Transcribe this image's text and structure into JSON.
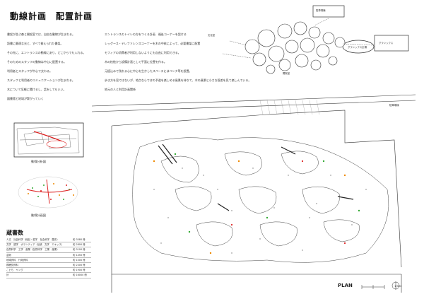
{
  "title": "動線計画　配置計画",
  "concept_lines": [
    "書架が並ぶ森と開架室では、自由な動線が生まれる。",
    "読書に最適な光と、すべて揃えられた書架。",
    "その先に、エントランスの動線にあり、どこからでも入れる。",
    "そのためのスタッフの動線は中心に配置する。",
    "利用者とスタッフが中心で交わる。",
    "スタッフと利用者のコミュニケーションが生まれる。",
    "木について気軽に聞けるし、話をしてもいい。",
    "図書館と地域が繋がっていく"
  ],
  "plan_lines": [
    "エントランスのトイレの方をつくる計画　福祉コーナーを設ける",
    "レッグース・テレファレンスコーナーを木の中核によって、必要書架に配置",
    "モフィアの消費者が利用しないようにも自由に利用できる。",
    "木の枝絵から設備計画として平面に位置を作る。",
    "元植込みで残れる心に中心を生かしたスペースにはベンチ等を設置。",
    "歩き方を見ではないが、地点ならではの予道を楽しめる風景を持ちて、木の風景と小さな段差を見て楽しんでいる。",
    "地元の人と利用計画関係"
  ],
  "site_label": "動線分析図",
  "zoning_label": "動線計画図",
  "bubble_labels": {
    "top_box": "駐車場棟",
    "left": "文化室",
    "right_oval": "グラシックス広場",
    "right_box": "グラシックス",
    "center": "開架室"
  },
  "road_label": "駐車場棟",
  "books_title": "蔵書数",
  "books": [
    {
      "cat": "人文　社会科学（総記・哲学　社会科学　歴史）",
      "val": "約 3580 冊"
    },
    {
      "cat": "文学　語学　ボランティア（伝統　文学　エキッス）",
      "val": "約 2800 冊"
    },
    {
      "cat": "自然科学　工学　産業（自然科学　工業　産業）",
      "val": "約 3100 冊"
    },
    {
      "cat": "芸術",
      "val": "約 1450 冊"
    },
    {
      "cat": "地域資料　行政資料",
      "val": "約 1000 冊"
    },
    {
      "cat": "視聴覚資料",
      "val": "約 2300 冊"
    },
    {
      "cat": "こども　ヤング",
      "val": "約 1900 冊"
    },
    {
      "cat": "計",
      "val": "約 16000 冊"
    }
  ],
  "plan_label": "PLAN",
  "scale_label": "1/300",
  "colors": {
    "line": "#333333",
    "accent_red": "#d22",
    "accent_green": "#3a3",
    "accent_orange": "#e80"
  }
}
